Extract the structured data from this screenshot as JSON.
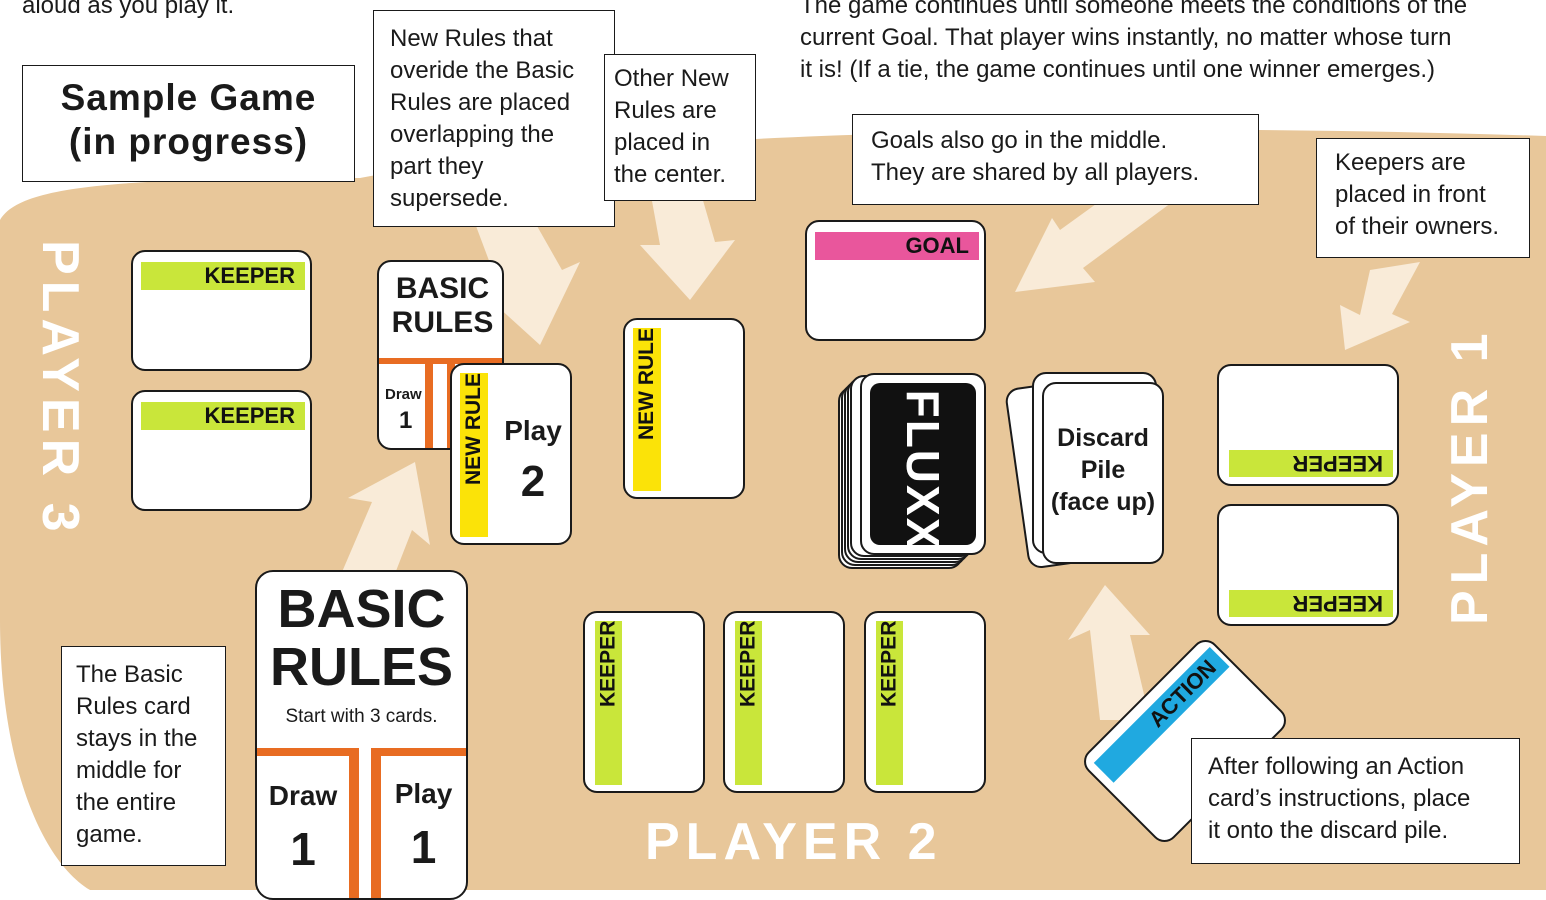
{
  "intro": {
    "left_text": "aloud as you play it.",
    "right_line1": "The game continues until someone meets the conditions of the",
    "right_line2": "current Goal. That player wins instantly, no matter whose turn",
    "right_line3": "it is! (If a tie, the game continues until one winner emerges.)"
  },
  "title": {
    "line1": "Sample Game",
    "line2": "(in progress)"
  },
  "callouts": {
    "new_rules_overide": [
      "New Rules that",
      "overide the Basic",
      "Rules are placed",
      "overlapping the",
      "part they",
      "supersede."
    ],
    "other_new_rules": [
      "Other New",
      "Rules are",
      "placed in",
      "the center."
    ],
    "goals": [
      "Goals also go in the middle.",
      "They are shared by all players."
    ],
    "keepers": [
      "Keepers are",
      "placed in front",
      "of their owners."
    ],
    "basic_rules": [
      "The Basic",
      "Rules card",
      "stays in the",
      "middle for",
      "the entire",
      "game."
    ],
    "action": [
      "After following an Action",
      "card’s instructions, place",
      "it onto the discard pile."
    ]
  },
  "cards": {
    "keeper_label": "KEEPER",
    "goal_label": "GOAL",
    "new_rule_label": "NEW RULE",
    "action_label": "ACTION",
    "new_rule_play_label": "Play",
    "new_rule_play_value": "2",
    "small_basic": {
      "line1": "BASIC",
      "line2": "RULES",
      "draw_label": "Draw",
      "draw_value": "1"
    },
    "big_basic": {
      "line1": "BASIC",
      "line2": "RULES",
      "subtitle": "Start with 3 cards.",
      "draw_label": "Draw",
      "draw_value": "1",
      "play_label": "Play",
      "play_value": "1"
    },
    "deck_logo": "FLUXX",
    "discard": [
      "Discard",
      "Pile",
      "(face up)"
    ]
  },
  "players": {
    "p1": "PLAYER 1",
    "p2": "PLAYER 2",
    "p3": "PLAYER 3"
  },
  "colors": {
    "table": "#e8c79a",
    "keeper": "#c9e63a",
    "goal": "#e9569c",
    "new_rule": "#fbe308",
    "action": "#20a9e0",
    "basic_rules_accent": "#e86c22",
    "arrow": "#fbf3e6"
  }
}
